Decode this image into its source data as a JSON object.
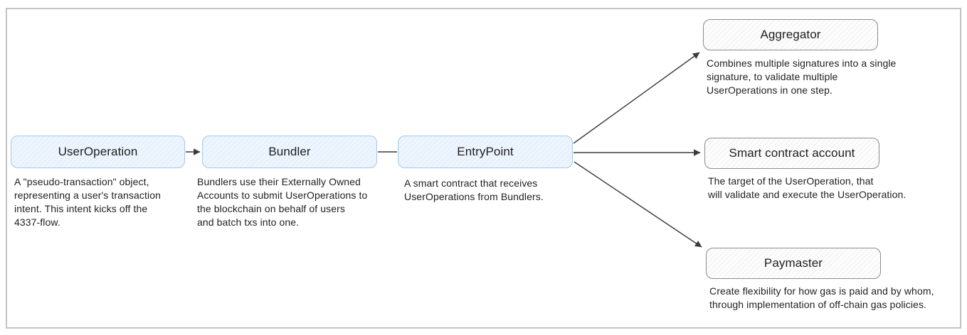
{
  "diagram": {
    "title_semantic": "ERC-4337 account abstraction flow",
    "colors": {
      "frame_border": "#c3c3c3",
      "blue_node_fill": "#e8f2fc",
      "blue_node_border": "#a3c8e8",
      "gray_node_fill": "#fdfdfd",
      "gray_node_border": "#8c8c8c",
      "edge_stroke": "#3b3b3b",
      "text": "#1e1e1e"
    },
    "nodes": [
      {
        "id": "user-operation",
        "label": "UserOperation",
        "description": "A \"pseudo-transaction\" object,\nrepresenting a user's transaction\nintent. This intent kicks off the\n4337-flow.",
        "style": "blue"
      },
      {
        "id": "bundler",
        "label": "Bundler",
        "description": "Bundlers use their Externally Owned\nAccounts to submit UserOperations to\nthe blockchain on behalf of users\nand batch txs into one.",
        "style": "blue"
      },
      {
        "id": "entry-point",
        "label": "EntryPoint",
        "description": "A smart contract that receives\nUserOperations from Bundlers.",
        "style": "blue"
      },
      {
        "id": "aggregator",
        "label": "Aggregator",
        "description": "Combines multiple signatures into a single\nsignature, to validate multiple\nUserOperations in one step.",
        "style": "gray"
      },
      {
        "id": "smart-contract-account",
        "label": "Smart contract account",
        "description": "The target of the UserOperation, that\nwill validate and execute the UserOperation.",
        "style": "gray"
      },
      {
        "id": "paymaster",
        "label": "Paymaster",
        "description": "Create flexibility for how gas is paid and by whom,\nthrough implementation of off-chain gas policies.",
        "style": "gray"
      }
    ],
    "edges": [
      {
        "from": "UserOperation",
        "to": "Bundler",
        "arrowhead": true
      },
      {
        "from": "Bundler",
        "to": "EntryPoint",
        "arrowhead": false
      },
      {
        "from": "EntryPoint",
        "to": "Aggregator",
        "arrowhead": true
      },
      {
        "from": "EntryPoint",
        "to": "Smart contract account",
        "arrowhead": true
      },
      {
        "from": "EntryPoint",
        "to": "Paymaster",
        "arrowhead": true
      }
    ]
  }
}
